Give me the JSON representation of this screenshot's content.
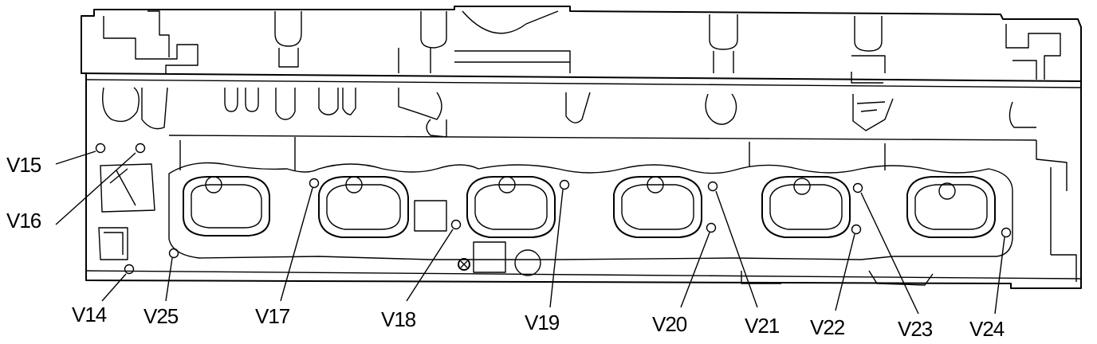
{
  "labels": {
    "v14": "V14",
    "v15": "V15",
    "v16": "V16",
    "v17": "V17",
    "v18": "V18",
    "v19": "V19",
    "v20": "V20",
    "v21": "V21",
    "v22": "V22",
    "v23": "V23",
    "v24": "V24",
    "v25": "V25"
  }
}
